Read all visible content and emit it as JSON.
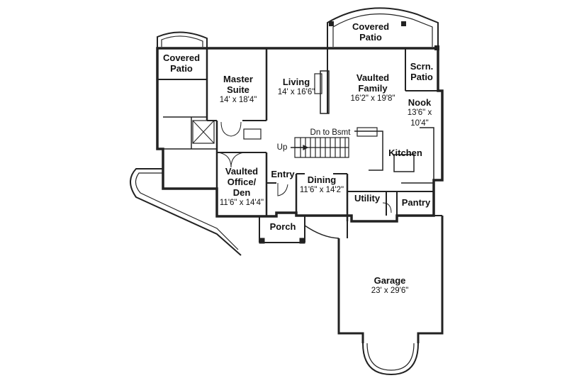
{
  "rooms": {
    "covered_patio_left": {
      "line1": "Covered",
      "line2": "Patio"
    },
    "covered_patio_top": {
      "line1": "Covered",
      "line2": "Patio"
    },
    "master_suite": {
      "line1": "Master",
      "line2": "Suite",
      "dims": "14' x 18'4\""
    },
    "living": {
      "name": "Living",
      "dims": "14' x 16'6\""
    },
    "family": {
      "line1": "Vaulted",
      "line2": "Family",
      "dims": "16'2\" x 19'8\""
    },
    "scrn_patio": {
      "line1": "Scrn.",
      "line2": "Patio"
    },
    "nook": {
      "name": "Nook",
      "dims1": "13'6\" x",
      "dims2": "10'4\""
    },
    "kitchen": {
      "name": "Kitchen"
    },
    "office": {
      "line1": "Vaulted",
      "line2": "Office/",
      "line3": "Den",
      "dims": "11'6\" x 14'4\""
    },
    "entry": {
      "name": "Entry"
    },
    "dining": {
      "name": "Dining",
      "dims": "11'6\" x 14'2\""
    },
    "utility": {
      "name": "Utility"
    },
    "pantry": {
      "name": "Pantry"
    },
    "porch": {
      "name": "Porch"
    },
    "garage": {
      "name": "Garage",
      "dims": "23' x 29'6\""
    }
  },
  "stairs": {
    "down": "Dn to Bsmt",
    "up": "Up"
  }
}
